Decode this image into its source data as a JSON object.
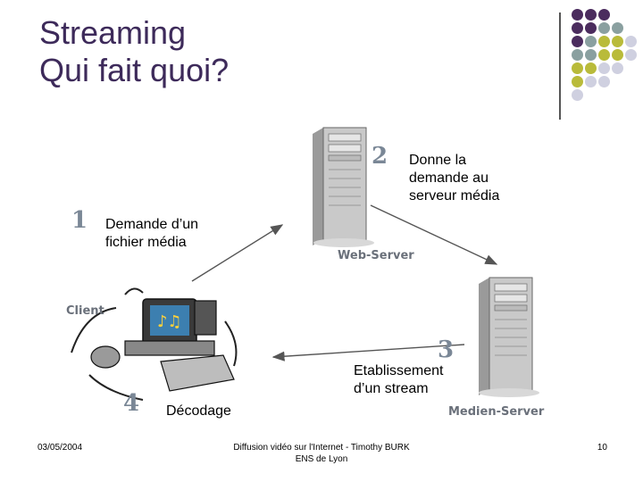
{
  "title": {
    "line1": "Streaming",
    "line2": "Qui fait quoi?"
  },
  "captions": {
    "client": "Client",
    "web_server": "Web-Server",
    "media_server": "Medien-Server"
  },
  "steps": [
    {
      "num": "1",
      "text_lines": [
        "Demande d’un",
        "fichier média"
      ]
    },
    {
      "num": "2",
      "text_lines": [
        "Donne la",
        "demande au",
        "serveur média"
      ]
    },
    {
      "num": "3",
      "text_lines": [
        "Etablissement",
        "d’un stream"
      ]
    },
    {
      "num": "4",
      "text_lines": [
        "Décodage"
      ]
    }
  ],
  "footer": {
    "date": "03/05/2004",
    "center_line1": "Diffusion vidéo sur l'Internet - Timothy BURK",
    "center_line2": "ENS de Lyon",
    "page": "10"
  },
  "colors": {
    "purple": "#4b2c5e",
    "teal": "#8aa0a0",
    "olive": "#b9bb3a",
    "lavender": "#cfd0e0"
  }
}
